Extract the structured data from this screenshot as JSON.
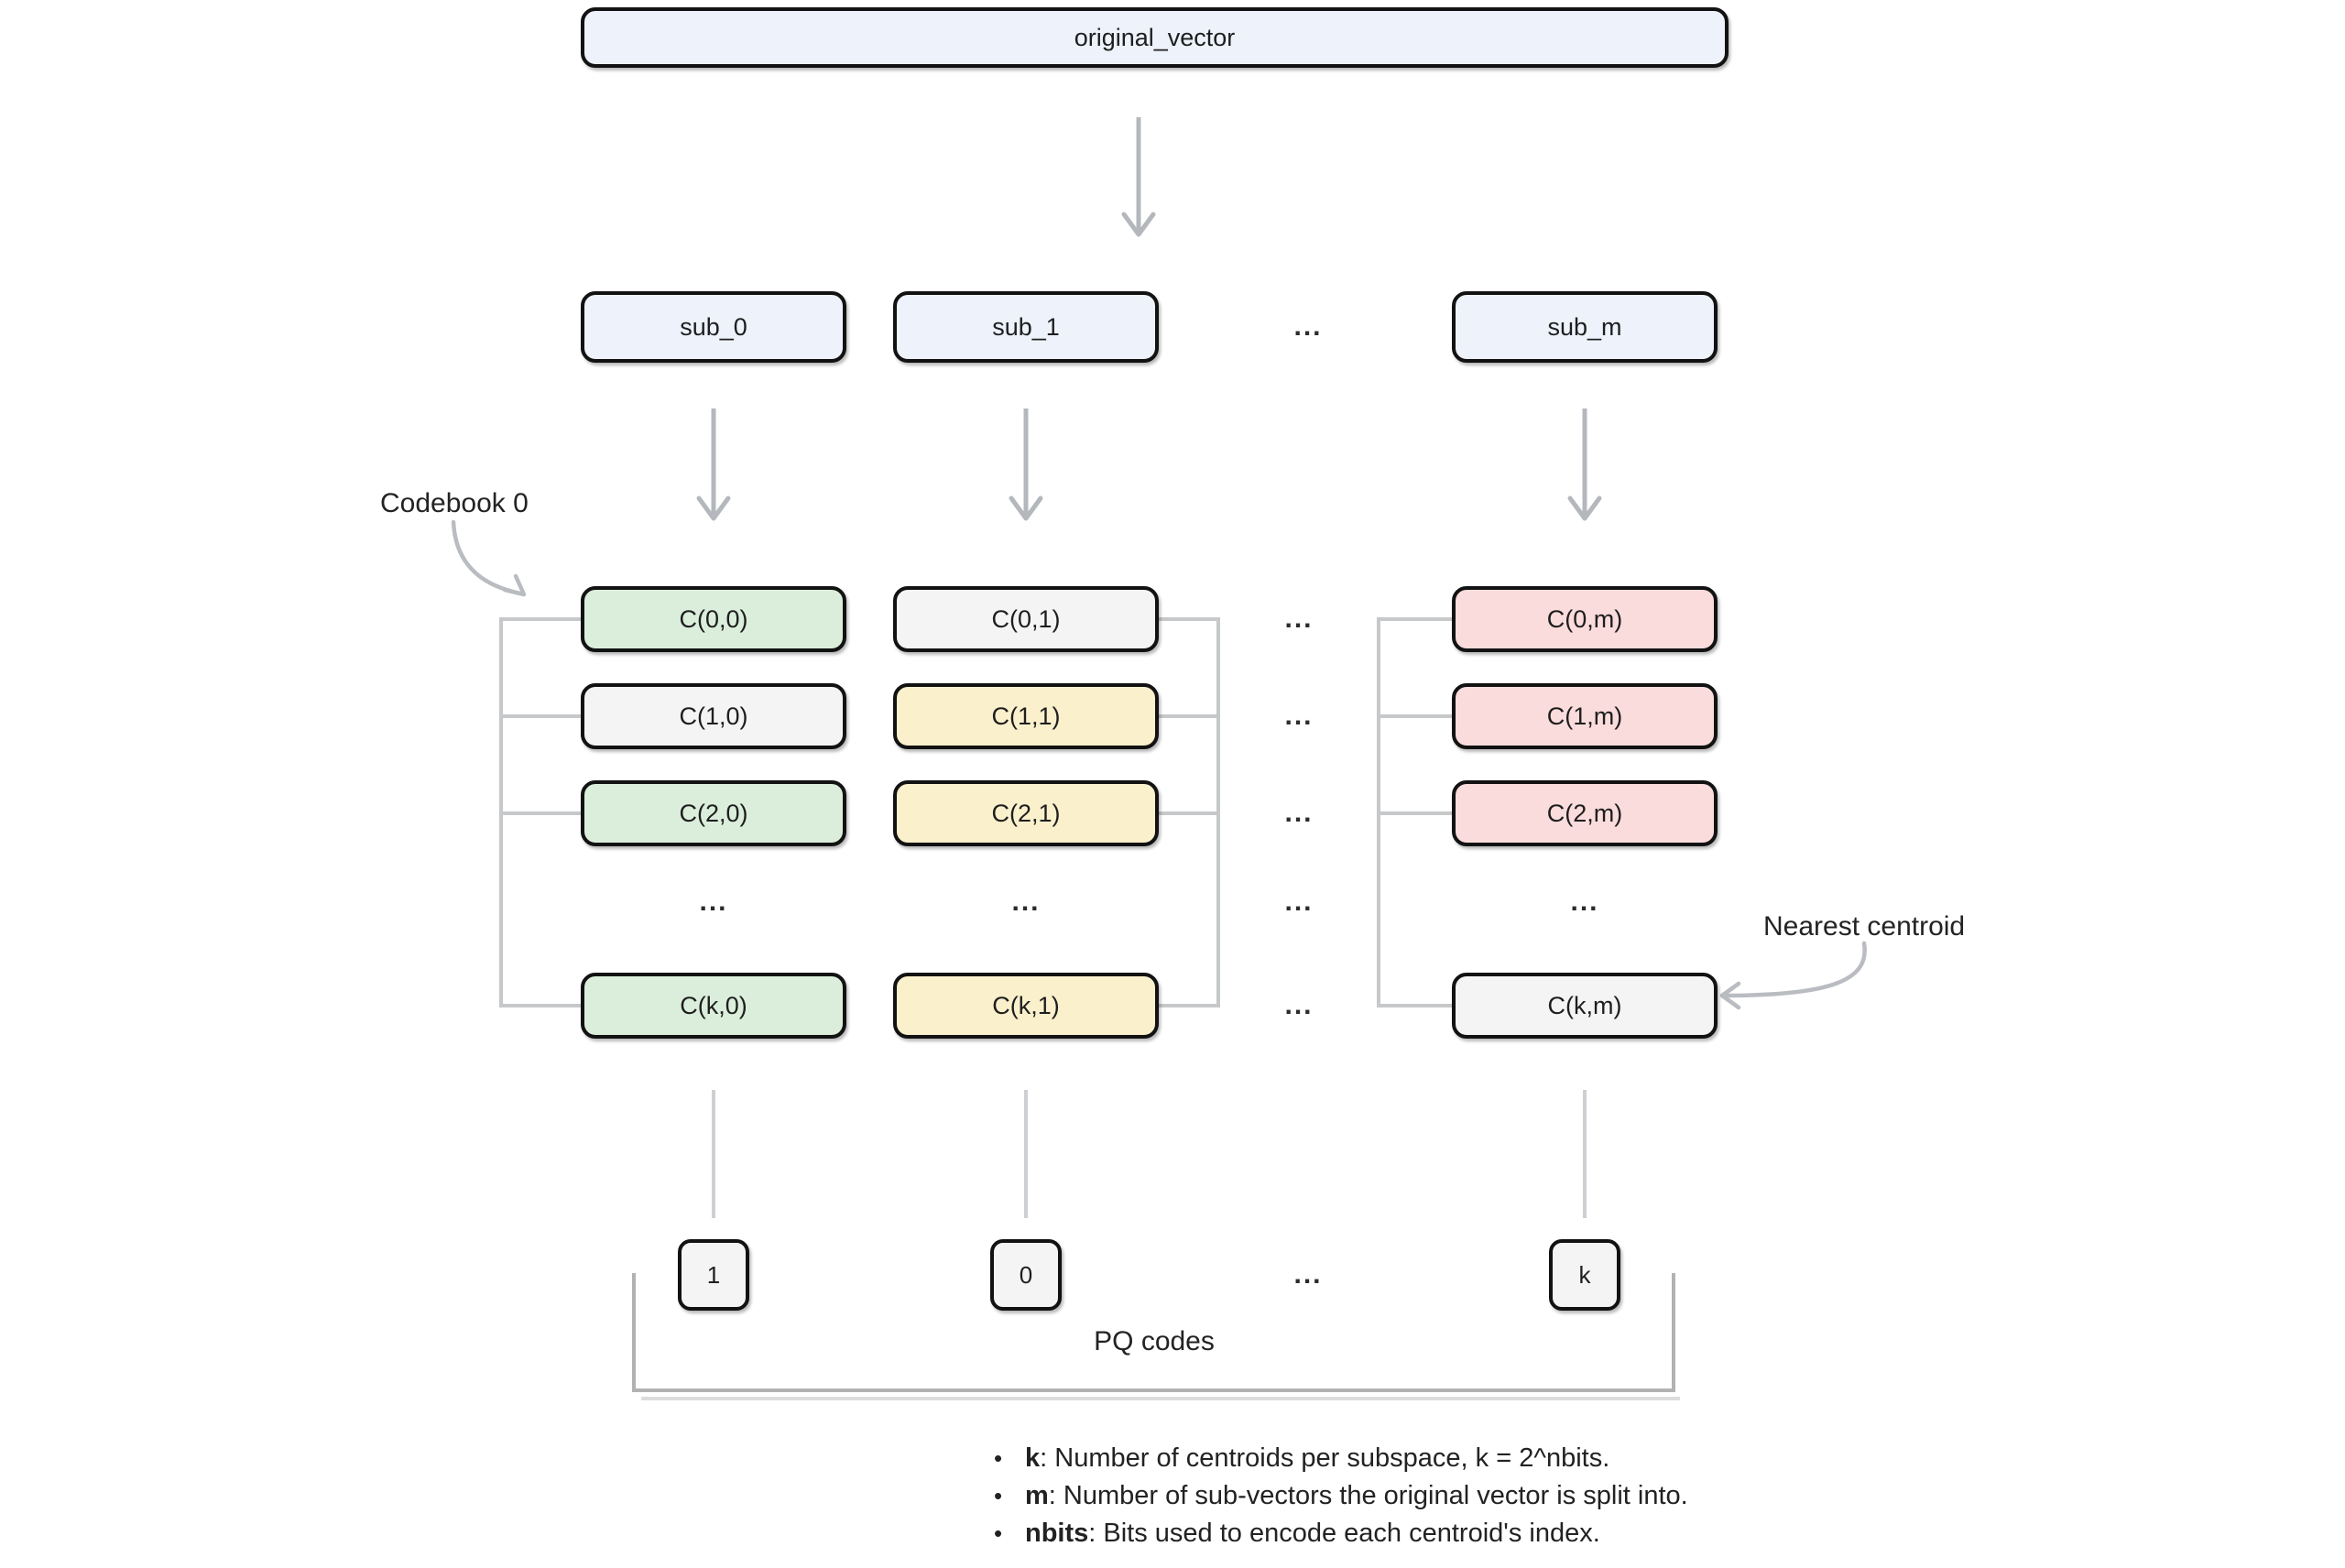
{
  "diagram": {
    "original_vector_label": "original_vector",
    "sub_row": {
      "items": [
        "sub_0",
        "sub_1",
        "sub_m"
      ],
      "ellipsis": "..."
    },
    "codebook": {
      "pointer_label": "Codebook 0",
      "columns": [
        {
          "cells": [
            "C(0,0)",
            "C(1,0)",
            "C(2,0)",
            "C(k,0)"
          ]
        },
        {
          "cells": [
            "C(0,1)",
            "C(1,1)",
            "C(2,1)",
            "C(k,1)"
          ]
        },
        {
          "cells": [
            "C(0,m)",
            "C(1,m)",
            "C(2,m)",
            "C(k,m)"
          ]
        }
      ],
      "ellipsis": "..."
    },
    "nearest_centroid_label": "Nearest centroid",
    "pq": {
      "codes": [
        "1",
        "0",
        "k"
      ],
      "ellipsis": "...",
      "label": "PQ codes"
    },
    "legend": {
      "bullet_char": "•",
      "bullets": [
        {
          "term": "k",
          "text": ": Number of centroids per subspace, k = 2^nbits."
        },
        {
          "term": "m",
          "text": ": Number of sub-vectors the original vector is split into."
        },
        {
          "term": "nbits",
          "text": ": Bits used to encode each centroid's index."
        }
      ]
    },
    "colors": {
      "pale_blue": "#edf2fb",
      "pale_green": "#dbeedb",
      "pale_yellow": "#faf0cc",
      "pale_pink": "#fbdcdc",
      "pale_grey": "#f4f4f4",
      "box_border": "#121212",
      "arrow_grey": "#b4b8bd",
      "bracket_grey": "#c6c8ca"
    }
  }
}
